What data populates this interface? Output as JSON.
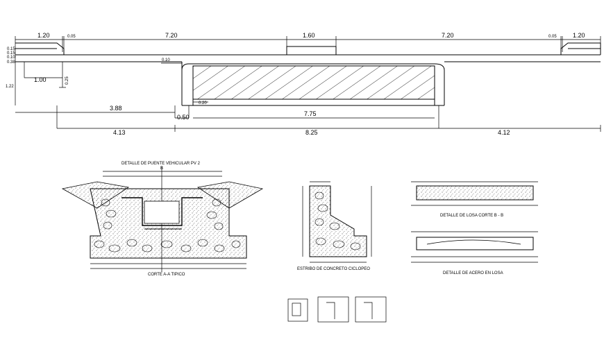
{
  "dimensions": {
    "top": [
      "1.20",
      "0.05",
      "7.20",
      "1.60",
      "7.20",
      "0.05",
      "1.20"
    ],
    "left_small": [
      "0.15",
      "0.15",
      "0.10",
      "0.38"
    ],
    "left_1_22": "1.22",
    "w_1_00": "1.00",
    "v_0_25": "0.25",
    "h_0_10": "0.10",
    "h_3_88": "3.88",
    "h_0_20": "0.20",
    "h_0_50": "0.50",
    "h_7_75": "7.75",
    "h_4_13": "4.13",
    "h_8_25": "8.25",
    "h_4_12": "4.12"
  },
  "labels": {
    "detail_title": "DETALLE DE PUENTE VEHICULAR  PV 2",
    "corte": "CORTE A-A TIPICO",
    "estribo": "ESTRIBO DE CONCRETO CICLOPEO",
    "losa_corte": "DETALLE DE LOSA CORTE B - B",
    "acero_losa": "DETALLE DE ACERO EN LOSA",
    "mark_b": "B"
  }
}
